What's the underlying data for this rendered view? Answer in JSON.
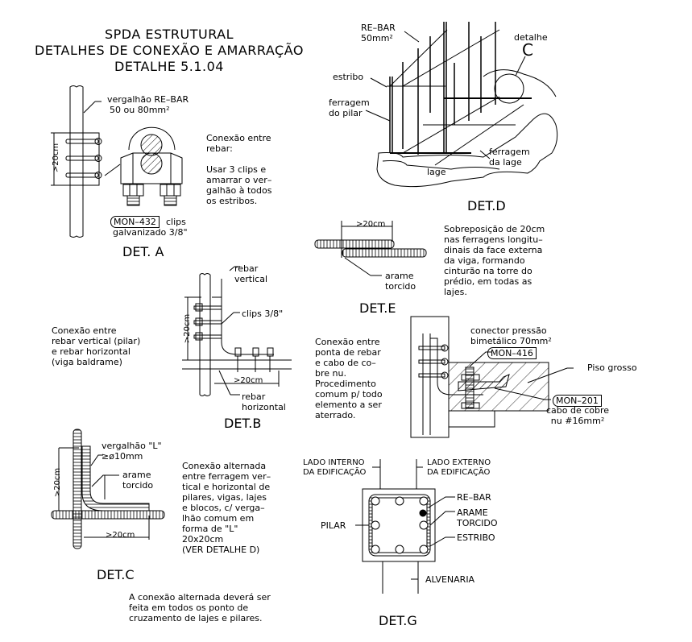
{
  "header": {
    "line1": "SPDA ESTRUTURAL",
    "line2": "DETALHES DE CONEXÃO E AMARRAÇÃO",
    "line3": "DETALHE 5.1.04"
  },
  "det_a": {
    "title": "DET. A",
    "rebar_label_1": "vergalhão RE–BAR",
    "rebar_label_2": "50 ou 80mm²",
    "dim_label": ">20cm",
    "part_code": "MON–432",
    "clips_label": "clips",
    "clips_label_2": "galvanizado 3/8\"",
    "note": "Conexão entre\nrebar:\n\nUsar 3 clips e\namarrar o ver–\ngalhão à todos\nos estribos."
  },
  "det_d": {
    "title": "DET.D",
    "rebar_label": "RE–BAR\n50mm²",
    "estribo_label": "estribo",
    "ferragem_pilar_label": "ferragem\ndo pilar",
    "detalhe_label": "detalhe",
    "detalhe_ref": "C",
    "ferragem_lage_label": "ferragem\nda lage",
    "lage_label": "lage"
  },
  "det_e": {
    "title": "DET.E",
    "dim_label": ">20cm",
    "arame_label": "arame\ntorcido",
    "note": "Sobreposição de 20cm\nnas ferragens longitu–\ndinais da face externa\nda viga, formando\ncinturão na torre do\nprédio, em todas as\nlajes."
  },
  "det_b": {
    "title": "DET.B",
    "rebar_vertical_label": "rebar\nvertical",
    "clips_label": "clips 3/8\"",
    "dim_vertical": ">20cm",
    "dim_horizontal": ">20cm",
    "rebar_horizontal_label": "rebar\nhorizontal",
    "note": "Conexão entre\nrebar vertical (pilar)\ne rebar horizontal\n(viga baldrame)"
  },
  "det_f": {
    "note": "Conexão entre\nponta de rebar\ne cabo de co–\nbre nu.\nProcedimento\ncomum p/ todo\nelemento a ser\naterrado.",
    "connector_label": "conector pressão\nbimetálico 70mm²",
    "part_code_1": "MON–416",
    "piso_label": "Piso grosso",
    "part_code_2": "MON–201",
    "cable_label": "cabo de cobre\nnu #16mm²"
  },
  "det_c": {
    "title": "DET.C",
    "vergalhao_label": "vergalhão \"L\"\n≥ø10mm",
    "arame_label": "arame\ntorcido",
    "dim_vertical": ">20cm",
    "dim_horizontal": ">20cm",
    "note": "Conexão alternada\nentre ferragem ver–\ntical e horizontal de\npilares, vigas, lajes\ne blocos, c/ verga–\nlhão comum em\nforma de \"L\"\n20x20cm\n(VER DETALHE D)",
    "footnote": "A conexão alternada deverá ser\nfeita em todos os ponto de\ncruzamento de lajes e pilares."
  },
  "det_g": {
    "title": "DET.G",
    "lado_interno": "LADO INTERNO\nDA EDIFICAÇÃO",
    "lado_externo": "LADO EXTERNO\nDA EDIFICAÇÃO",
    "pilar_label": "PILAR",
    "rebar_label": "RE–BAR",
    "arame_label": "ARAME\nTORCIDO",
    "estribo_label": "ESTRIBO",
    "alvenaria_label": "ALVENARIA"
  }
}
